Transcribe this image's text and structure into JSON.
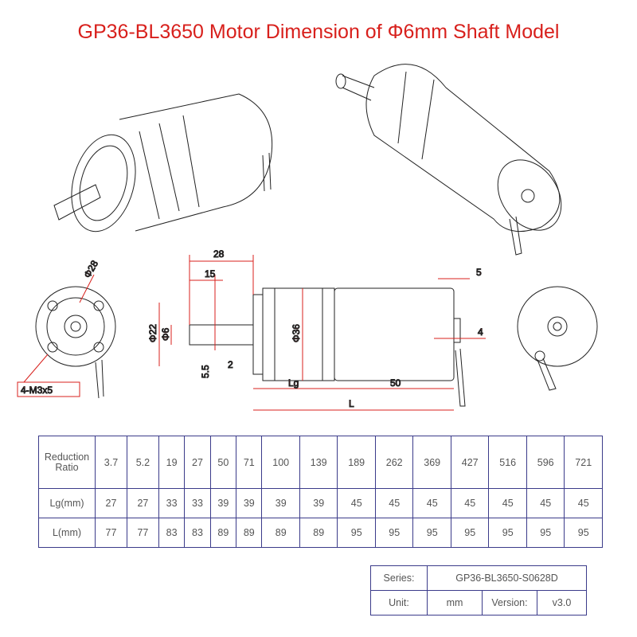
{
  "title": "GP36-BL3650 Motor Dimension of Φ6mm Shaft Model",
  "dimensions": {
    "front_pcd": "Φ28",
    "front_screws": "4-M3x5",
    "d28": "28",
    "d15": "15",
    "d22": "Φ22",
    "d6": "Φ6",
    "d36": "Φ36",
    "d55": "5.5",
    "d2": "2",
    "lg": "Lg",
    "d50": "50",
    "l": "L",
    "d5": "5",
    "d4": "4"
  },
  "ratio_table": {
    "headers": [
      "Reduction Ratio",
      "Lg(mm)",
      "L(mm)"
    ],
    "ratio": [
      "3.7",
      "5.2",
      "19",
      "27",
      "50",
      "71",
      "100",
      "139",
      "189",
      "262",
      "369",
      "427",
      "516",
      "596",
      "721"
    ],
    "lg": [
      "27",
      "27",
      "33",
      "33",
      "39",
      "39",
      "39",
      "39",
      "45",
      "45",
      "45",
      "45",
      "45",
      "45",
      "45"
    ],
    "l": [
      "77",
      "77",
      "83",
      "83",
      "89",
      "89",
      "89",
      "89",
      "95",
      "95",
      "95",
      "95",
      "95",
      "95",
      "95"
    ]
  },
  "info": {
    "series_label": "Series:",
    "series_value": "GP36-BL3650-S0628D",
    "unit_label": "Unit:",
    "unit_value": "mm",
    "version_label": "Version:",
    "version_value": "v3.0"
  },
  "colors": {
    "title": "#d8201c",
    "table_border": "#3b3b8a",
    "line": "#222222"
  }
}
